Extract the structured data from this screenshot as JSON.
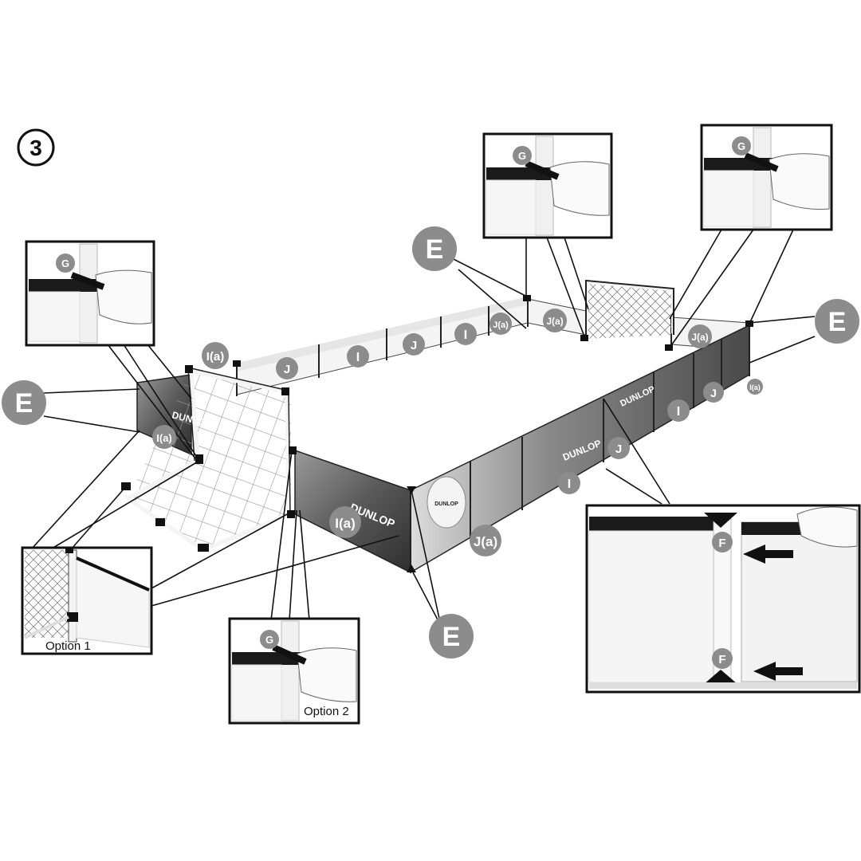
{
  "step_number": "3",
  "part_labels": {
    "E": "E",
    "F": "F",
    "G": "G",
    "I": "I",
    "J": "J",
    "Ia": "I(a)",
    "Ja": "J(a)"
  },
  "captions": {
    "option1": "Option 1",
    "option2": "Option 2"
  },
  "brand": "DUNLOP"
}
